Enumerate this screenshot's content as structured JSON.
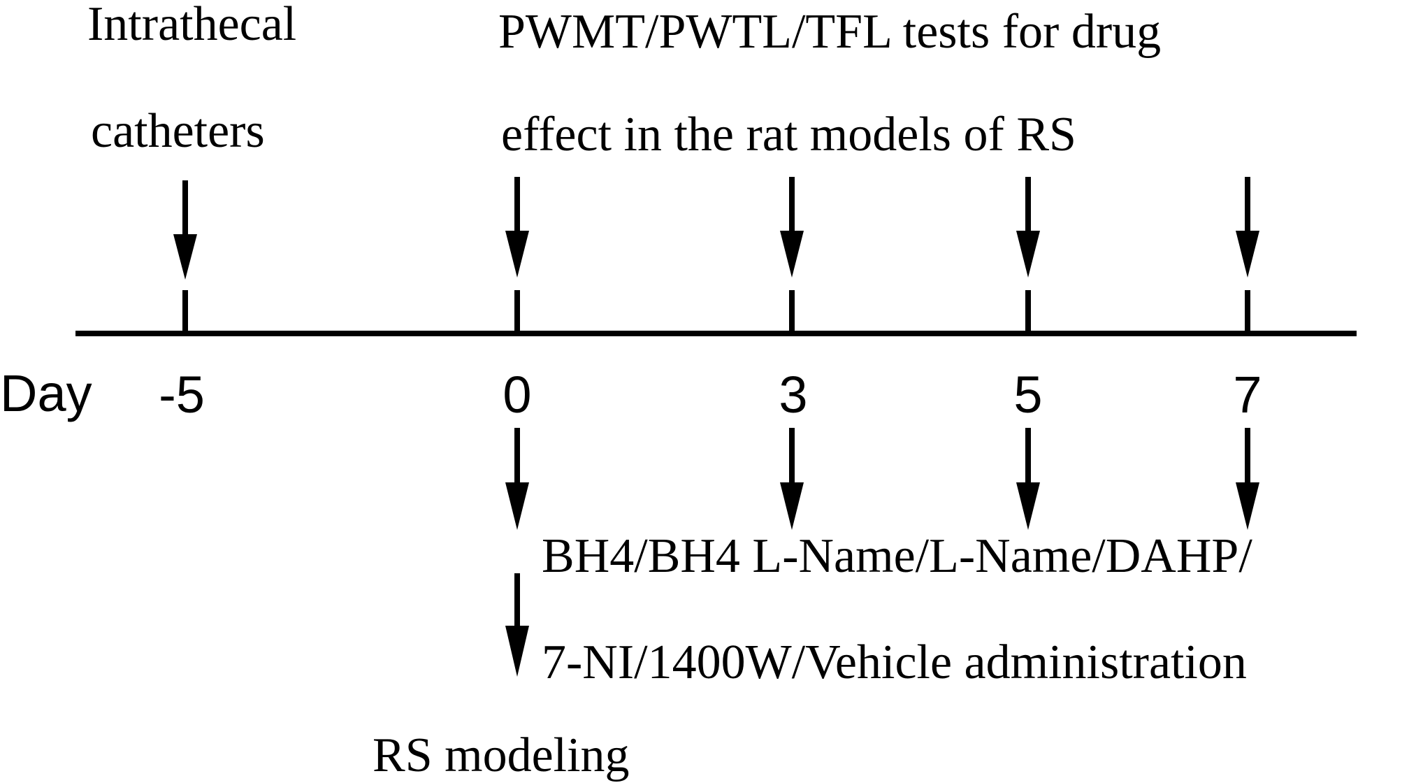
{
  "header": {
    "intrathecal_line1": "Intrathecal",
    "intrathecal_line2": "catheters",
    "tests_line1": "PWMT/PWTL/TFL tests for drug",
    "tests_line2": "effect in the rat models of RS"
  },
  "timeline": {
    "axis_label": "Day",
    "ticks": [
      {
        "label": "-5",
        "value": -5
      },
      {
        "label": "0",
        "value": 0
      },
      {
        "label": "3",
        "value": 3
      },
      {
        "label": "5",
        "value": 5
      },
      {
        "label": "7",
        "value": 7
      }
    ]
  },
  "footer": {
    "admin_line1": "BH4/BH4 L-Name/L-Name/DAHP/",
    "admin_line2": "7-NI/1400W/Vehicle administration",
    "rs_modeling": "RS modeling"
  },
  "colors": {
    "ink": "#000000",
    "background": "#ffffff"
  }
}
